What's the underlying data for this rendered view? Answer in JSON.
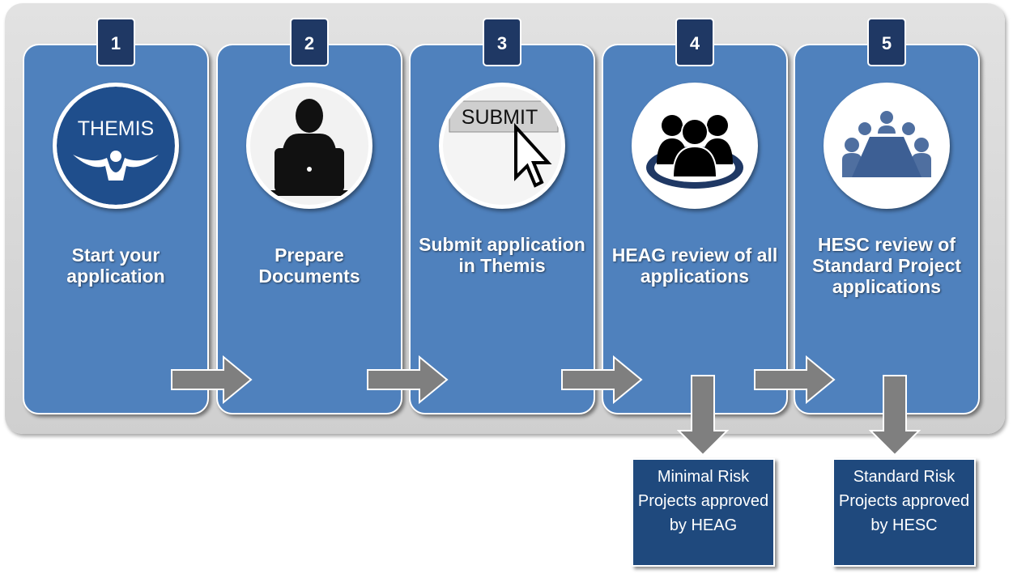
{
  "steps": [
    {
      "number": "1",
      "title": "Start your application",
      "icon": "themis-logo-icon",
      "logo_text": "THEMIS"
    },
    {
      "number": "2",
      "title": "Prepare Documents",
      "icon": "person-laptop-icon"
    },
    {
      "number": "3",
      "title": "Submit application in Themis",
      "icon": "submit-button-cursor-icon",
      "button_text": "SUBMIT"
    },
    {
      "number": "4",
      "title": "HEAG review of all applications",
      "icon": "group-people-icon"
    },
    {
      "number": "5",
      "title": "HESC review of Standard Project applications",
      "icon": "meeting-table-icon"
    }
  ],
  "outcomes": [
    {
      "text": "Minimal Risk Projects approved by HEAG"
    },
    {
      "text": "Standard Risk Projects approved by HESC"
    }
  ],
  "colors": {
    "card": "#4f81bd",
    "badge": "#1f3864",
    "outcome": "#1f497d",
    "arrow": "#808080",
    "panel": "#d9d9d9"
  }
}
